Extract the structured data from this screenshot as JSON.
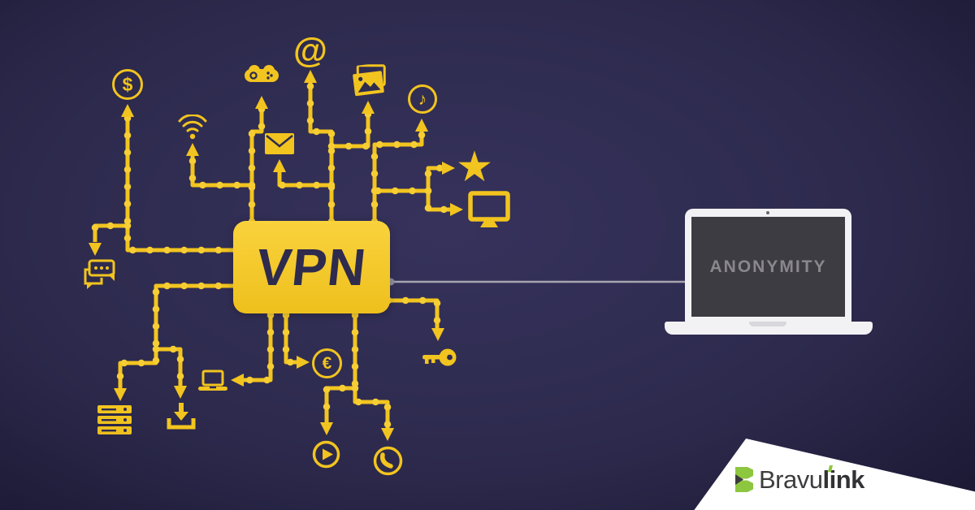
{
  "colors": {
    "background": "#2e2b4f",
    "accent_yellow": "#f2c41f",
    "vpn_text": "#2e2b4e",
    "connector_gray": "#a5a4b0",
    "laptop_body": "#f2f2f4",
    "screen_dark": "#3d3c42",
    "screen_text_gray": "#8a888c",
    "banner_white": "#ffffff",
    "brand_green": "#8dc63f",
    "brand_text_dark": "#3d3d3f"
  },
  "vpn": {
    "label": "VPN"
  },
  "laptop": {
    "screen_label": "ANONYMITY"
  },
  "brand": {
    "prefix": "Bravu",
    "suffix": "link",
    "accent": "#8dc63f"
  },
  "glyphs": {
    "dollar": "$",
    "at": "@",
    "euro": "€",
    "music": "♪",
    "star": "★"
  },
  "icons": [
    "dollar-icon",
    "wifi-icon",
    "gamepad-icon",
    "at-icon",
    "email-icon",
    "photos-icon",
    "music-icon",
    "star-icon",
    "monitor-icon",
    "chat-icon",
    "laptop-icon",
    "euro-icon",
    "key-icon",
    "server-icon",
    "download-icon",
    "play-icon",
    "phone-icon"
  ]
}
